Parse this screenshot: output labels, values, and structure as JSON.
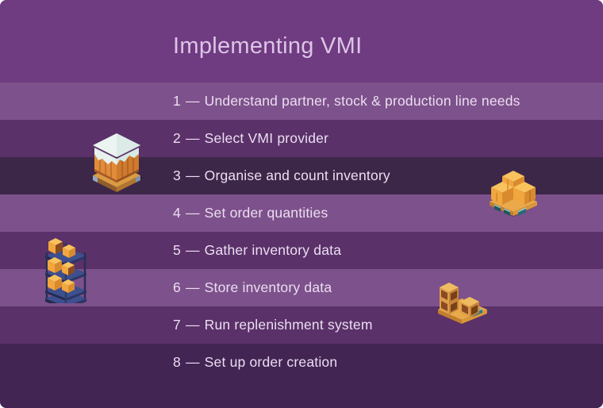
{
  "title": "Implementing VMI",
  "dash": "—",
  "steps": [
    {
      "number": "1",
      "label": "Understand partner, stock & production line needs",
      "band": "#7d518b"
    },
    {
      "number": "2",
      "label": "Select VMI provider",
      "band": "#5a3169"
    },
    {
      "number": "3",
      "label": "Organise and count inventory",
      "band": "#3d2749"
    },
    {
      "number": "4",
      "label": "Set order quantities",
      "band": "#7d518b"
    },
    {
      "number": "5",
      "label": "Gather inventory data",
      "band": "#5a3169"
    },
    {
      "number": "6",
      "label": "Store inventory data",
      "band": "#7d518b"
    },
    {
      "number": "7",
      "label": "Run replenishment system",
      "band": "#5a3169"
    },
    {
      "number": "8",
      "label": "Set up order creation",
      "band": "#422553"
    }
  ],
  "palette": {
    "background": "#6f3b81",
    "band_light": "#7d518b",
    "band_medium": "#5a3169",
    "band_dark": "#3d2749",
    "band_bottom": "#422553",
    "title_text": "#dcc5e6",
    "step_text": "#ecdef2",
    "box_orange": "#f2a63e",
    "box_orange_dark": "#da8a2e",
    "box_orange_light": "#f8c25d",
    "crate_tan": "#dfa04a",
    "snow_white": "#ebf4f1",
    "pallet_wood": "#eaa94a",
    "shelf_navy": "#3d4f8e",
    "shelf_navy_dark": "#222a4e",
    "teal_accent": "#62bccd",
    "teal_dark": "#235663"
  },
  "illustrations": {
    "snow_crate": "snow-covered-crate-on-pallet",
    "box_pyramid": "stacked-boxes-pyramid-on-pallet",
    "shelf_rack": "storage-rack-with-boxes",
    "crate_stack": "stacked-crates-on-pallet"
  }
}
